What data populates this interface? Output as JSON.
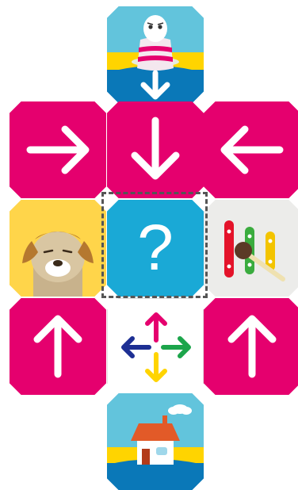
{
  "colors": {
    "magenta": "#e5006e",
    "sky_blue": "#1aa9d6",
    "sky_light": "#62c4dc",
    "sun_yellow": "#ffd400",
    "sea_blue": "#0a78b8",
    "dog_yellow": "#ffd54a",
    "xylophone_bg": "#ececea",
    "arrow_white": "#ffffff",
    "selection_border": "#555555"
  },
  "board": {
    "rows": [
      [
        "empty",
        "character-start",
        "empty"
      ],
      [
        "arrow-right",
        "arrow-down",
        "arrow-left"
      ],
      [
        "dog",
        "question",
        "xylophone"
      ],
      [
        "arrow-up",
        "multi-direction",
        "arrow-up"
      ],
      [
        "empty",
        "house-goal",
        "empty"
      ]
    ]
  },
  "question_tile": {
    "label": "?"
  },
  "multi_direction": {
    "up_color": "#e5006e",
    "left_color": "#1d2f93",
    "right_color": "#1ca54b",
    "down_color": "#ffd400"
  },
  "xylophone": {
    "bar_colors": [
      "#e4132a",
      "#3aac3e",
      "#f3c400"
    ]
  }
}
